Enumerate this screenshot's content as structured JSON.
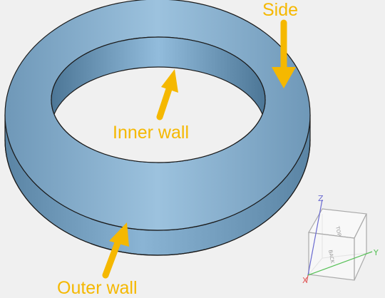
{
  "labels": {
    "side": "Side",
    "inner_wall": "Inner wall",
    "outer_wall": "Outer wall"
  },
  "view_cube": {
    "top_face": "TOP",
    "back_face": "BACK",
    "axis_x": "X",
    "axis_y": "Y",
    "axis_z": "Z"
  },
  "colors": {
    "background": "#f0f0f0",
    "arrow": "#f5b800",
    "label": "#f5b800",
    "ring_top": "#8db4d2",
    "ring_side": "#7fa8c6",
    "edge": "#1a1a1a",
    "axis_x": "#e05555",
    "axis_y": "#55c055",
    "axis_z": "#6a6ad0"
  }
}
